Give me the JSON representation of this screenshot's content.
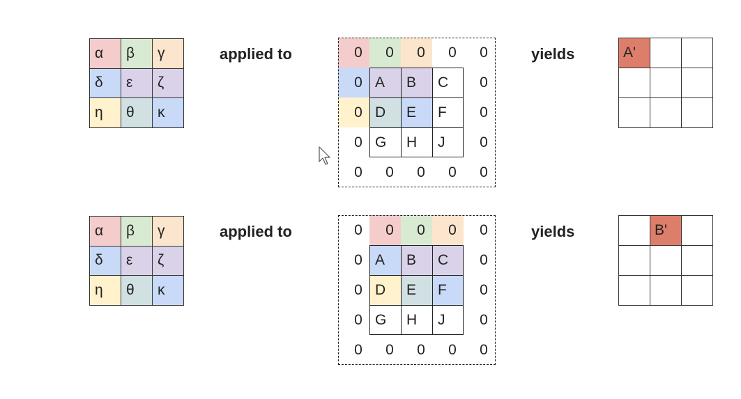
{
  "colors": {
    "red": "#f4cccc",
    "green": "#d9ead3",
    "orange": "#fce5cd",
    "blue": "#c9daf8",
    "purple": "#d9d2e9",
    "yellow": "#fff2cc",
    "teal": "#d0e0e3",
    "out_highlight": "#dd7e6b"
  },
  "rows": [
    {
      "kernel": [
        [
          "α",
          "β",
          "γ"
        ],
        [
          "δ",
          "ε",
          "ζ"
        ],
        [
          "η",
          "θ",
          "κ"
        ]
      ],
      "kernel_colors": [
        [
          "red",
          "green",
          "orange"
        ],
        [
          "blue",
          "purple",
          "purple"
        ],
        [
          "yellow",
          "teal",
          "blue"
        ]
      ],
      "applied_label": "applied to",
      "padded": [
        [
          "0",
          "0",
          "0",
          "0",
          "0"
        ],
        [
          "0",
          "A",
          "B",
          "C",
          "0"
        ],
        [
          "0",
          "D",
          "E",
          "F",
          "0"
        ],
        [
          "0",
          "G",
          "H",
          "J",
          "0"
        ],
        [
          "0",
          "0",
          "0",
          "0",
          "0"
        ]
      ],
      "padded_colors": [
        [
          "red",
          "green",
          "orange",
          "",
          ""
        ],
        [
          "blue",
          "purple",
          "purple",
          "",
          ""
        ],
        [
          "yellow",
          "teal",
          "blue",
          "",
          ""
        ],
        [
          "",
          "",
          "",
          "",
          ""
        ],
        [
          "",
          "",
          "",
          "",
          ""
        ]
      ],
      "yields_label": "yields",
      "output": [
        [
          "A'",
          "",
          ""
        ],
        [
          "",
          "",
          ""
        ],
        [
          "",
          "",
          ""
        ]
      ],
      "output_highlight": [
        0,
        0
      ]
    },
    {
      "kernel": [
        [
          "α",
          "β",
          "γ"
        ],
        [
          "δ",
          "ε",
          "ζ"
        ],
        [
          "η",
          "θ",
          "κ"
        ]
      ],
      "kernel_colors": [
        [
          "red",
          "green",
          "orange"
        ],
        [
          "blue",
          "purple",
          "purple"
        ],
        [
          "yellow",
          "teal",
          "blue"
        ]
      ],
      "applied_label": "applied to",
      "padded": [
        [
          "0",
          "0",
          "0",
          "0",
          "0"
        ],
        [
          "0",
          "A",
          "B",
          "C",
          "0"
        ],
        [
          "0",
          "D",
          "E",
          "F",
          "0"
        ],
        [
          "0",
          "G",
          "H",
          "J",
          "0"
        ],
        [
          "0",
          "0",
          "0",
          "0",
          "0"
        ]
      ],
      "padded_colors": [
        [
          "",
          "red",
          "green",
          "orange",
          ""
        ],
        [
          "",
          "blue",
          "purple",
          "purple",
          ""
        ],
        [
          "",
          "yellow",
          "teal",
          "blue",
          ""
        ],
        [
          "",
          "",
          "",
          "",
          ""
        ],
        [
          "",
          "",
          "",
          "",
          ""
        ]
      ],
      "yields_label": "yields",
      "output": [
        [
          "",
          "B'",
          ""
        ],
        [
          "",
          "",
          ""
        ],
        [
          "",
          "",
          ""
        ]
      ],
      "output_highlight": [
        0,
        1
      ]
    }
  ]
}
